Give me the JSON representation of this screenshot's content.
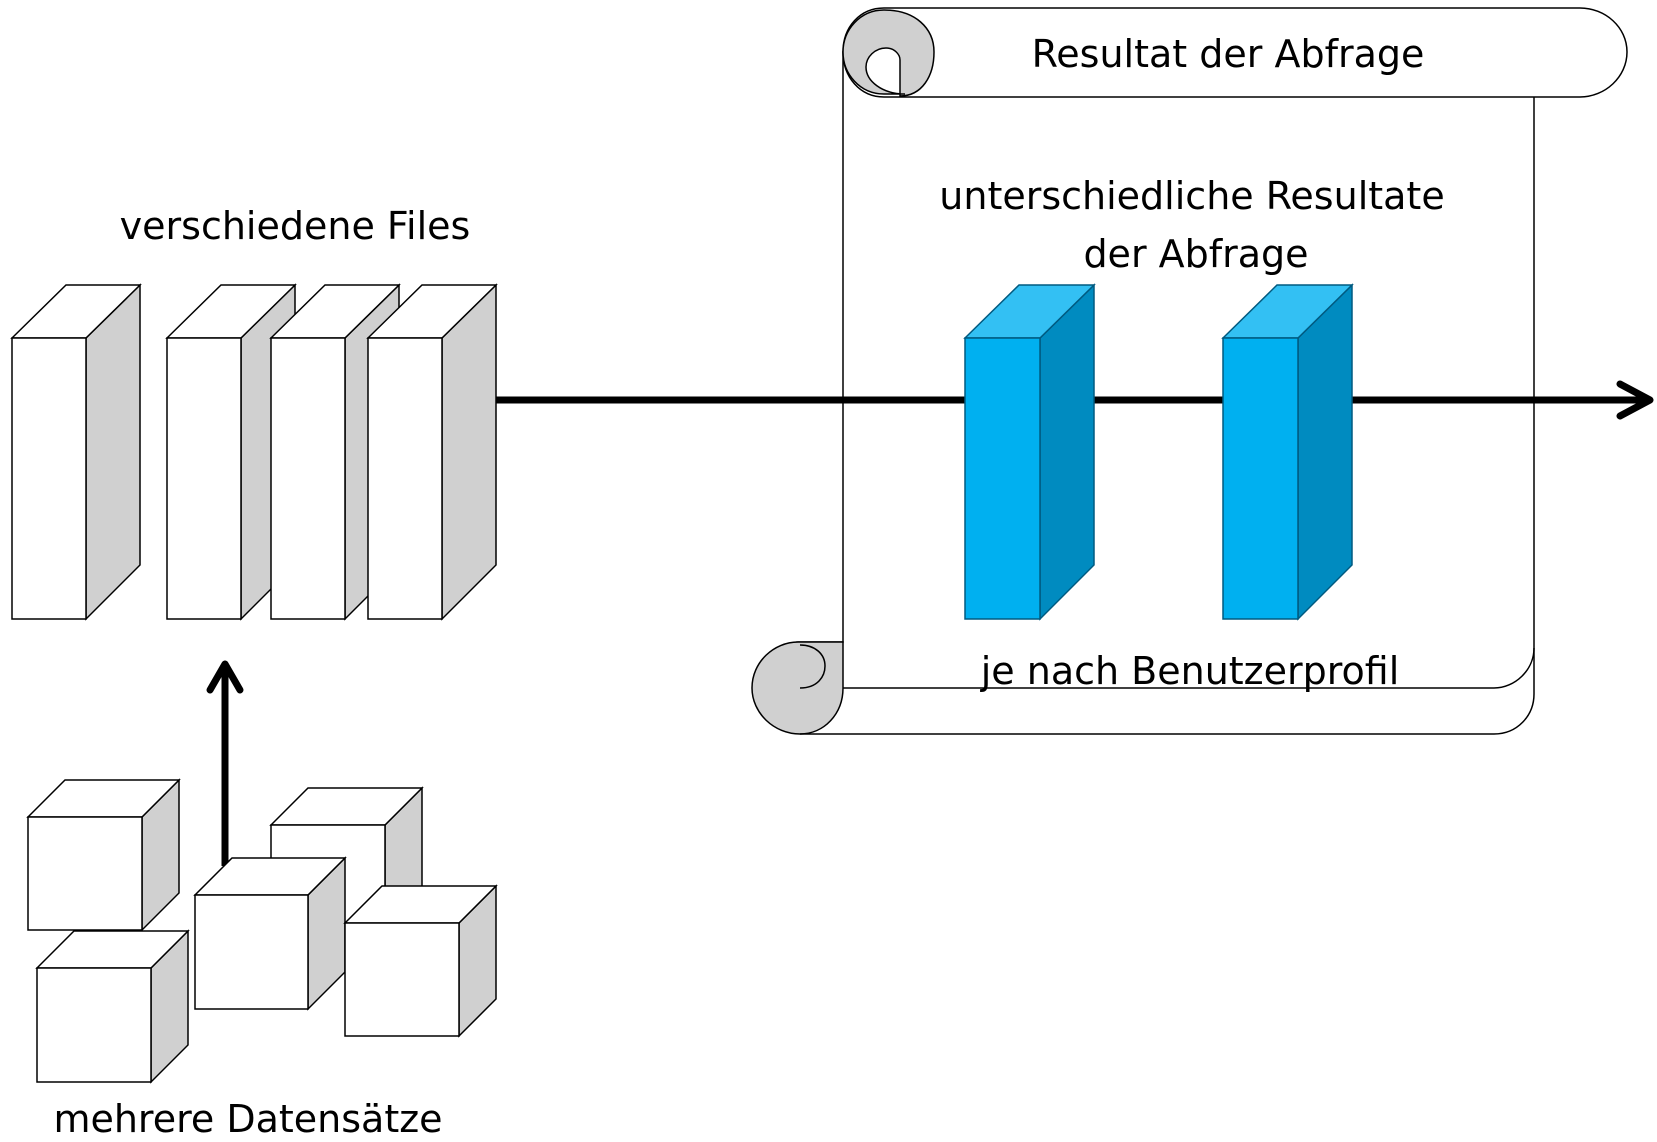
{
  "labels": {
    "files": "verschiedene Files",
    "records": "mehrere Datensätze",
    "scroll_title": "Resultat der Abfrage",
    "results_line1": "unterschiedliche Resultate",
    "results_line2": "der Abfrage",
    "profile": "je nach Benutzerprofil"
  },
  "colors": {
    "box_front": "#ffffff",
    "box_side": "#d0d0d0",
    "result_front": "#00b0f0",
    "result_top": "#33c0f3",
    "result_side": "#008bc0",
    "line": "#000000",
    "scroll_curl": "#d0d0d0"
  }
}
